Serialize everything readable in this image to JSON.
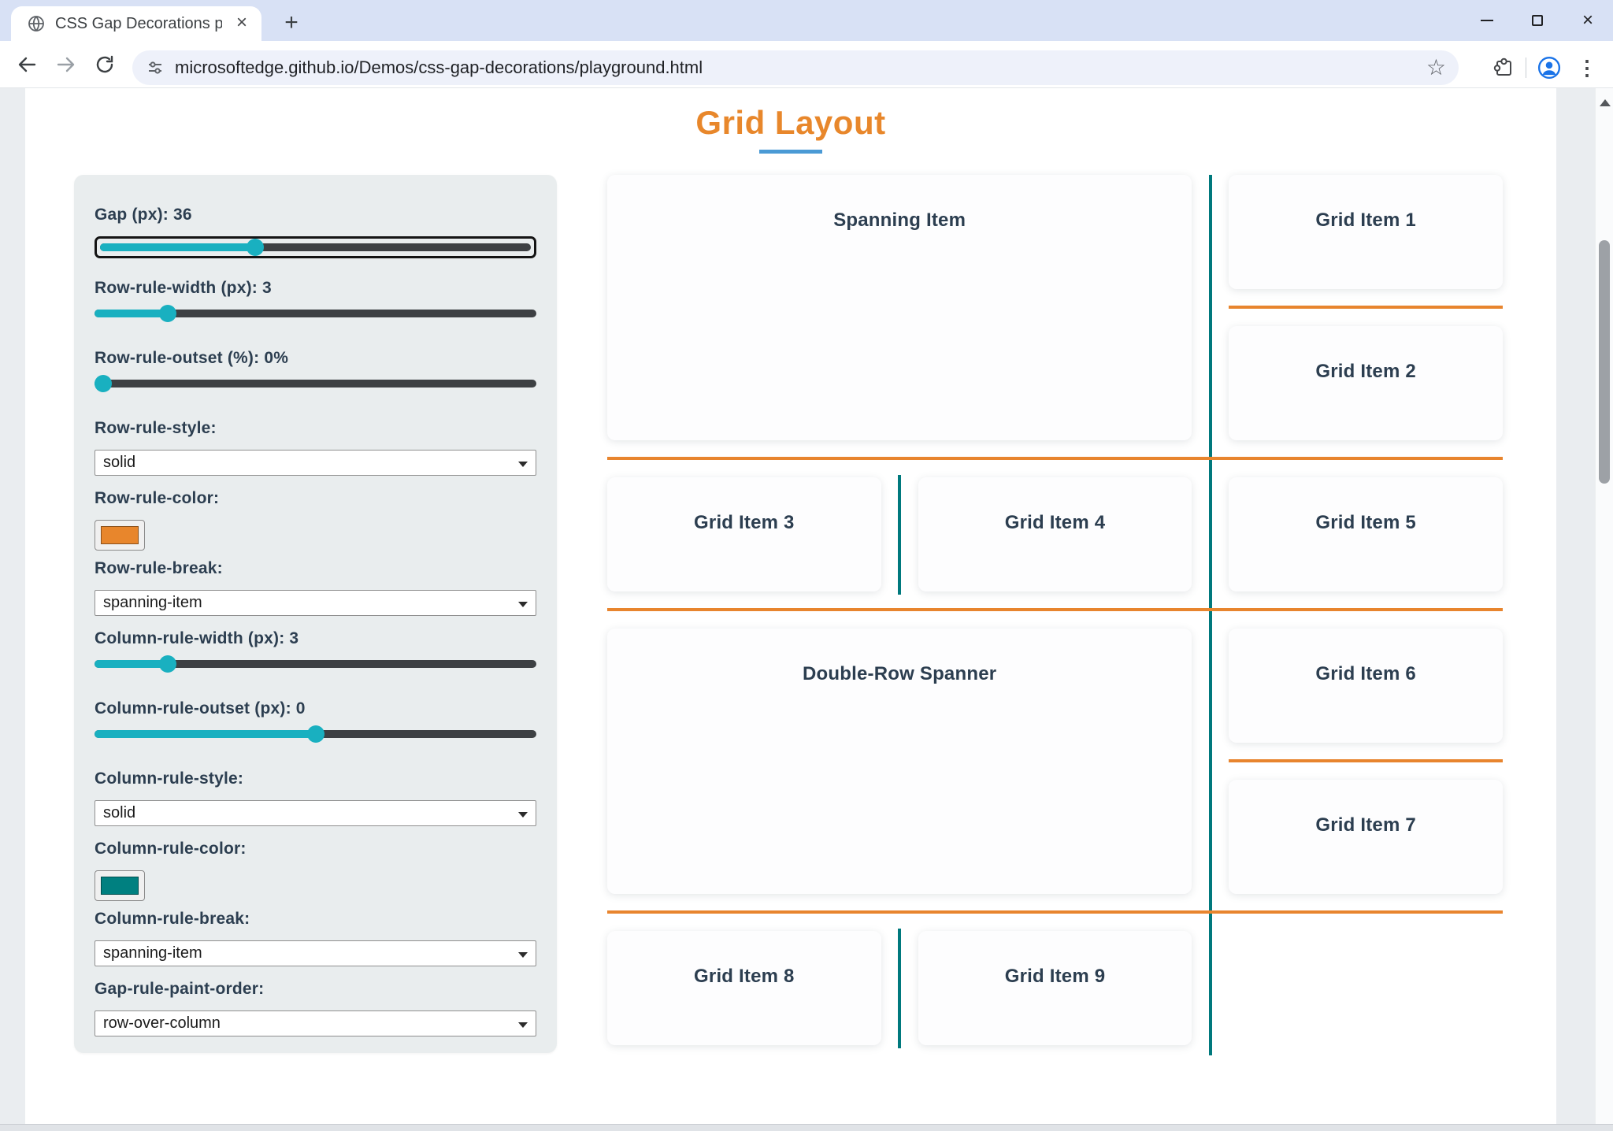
{
  "browser": {
    "tab_title": "CSS Gap Decorations playgroun",
    "url": "microsoftedge.github.io/Demos/css-gap-decorations/playground.html",
    "glyphs": {
      "tab_close": "×",
      "new_tab": "+",
      "window_minimize": "–",
      "window_close": "×",
      "menu_kebab": "⋮",
      "bookmark_star": "☆"
    }
  },
  "page": {
    "title": "Grid Layout",
    "controls": {
      "gap": {
        "label": "Gap (px): 36",
        "value": 36
      },
      "row_rule_width": {
        "label": "Row-rule-width (px): 3",
        "value": 3
      },
      "row_rule_outset": {
        "label": "Row-rule-outset (%): 0%",
        "value": 0
      },
      "row_rule_style": {
        "label": "Row-rule-style:",
        "value": "solid"
      },
      "row_rule_color": {
        "label": "Row-rule-color:",
        "value": "#e8862c"
      },
      "row_rule_break": {
        "label": "Row-rule-break:",
        "value": "spanning-item"
      },
      "column_rule_width": {
        "label": "Column-rule-width (px): 3",
        "value": 3
      },
      "column_rule_outset": {
        "label": "Column-rule-outset (px): 0",
        "value": 0
      },
      "column_rule_style": {
        "label": "Column-rule-style:",
        "value": "solid"
      },
      "column_rule_color": {
        "label": "Column-rule-color:",
        "value": "#008080"
      },
      "column_rule_break": {
        "label": "Column-rule-break:",
        "value": "spanning-item"
      },
      "gap_rule_paint_order": {
        "label": "Gap-rule-paint-order:",
        "value": "row-over-column"
      }
    },
    "grid": {
      "spanning_item": "Spanning Item",
      "item_1": "Grid Item 1",
      "item_2": "Grid Item 2",
      "item_3": "Grid Item 3",
      "item_4": "Grid Item 4",
      "item_5": "Grid Item 5",
      "double_row_spanner": "Double-Row Spanner",
      "item_6": "Grid Item 6",
      "item_7": "Grid Item 7",
      "item_8": "Grid Item 8",
      "item_9": "Grid Item 9"
    },
    "colors": {
      "title_orange": "#e8872b",
      "row_rule_orange": "#e8852e",
      "column_rule_teal": "#00797d",
      "slider_teal": "#19b0c0",
      "underline_blue": "#4a9ad5"
    }
  }
}
